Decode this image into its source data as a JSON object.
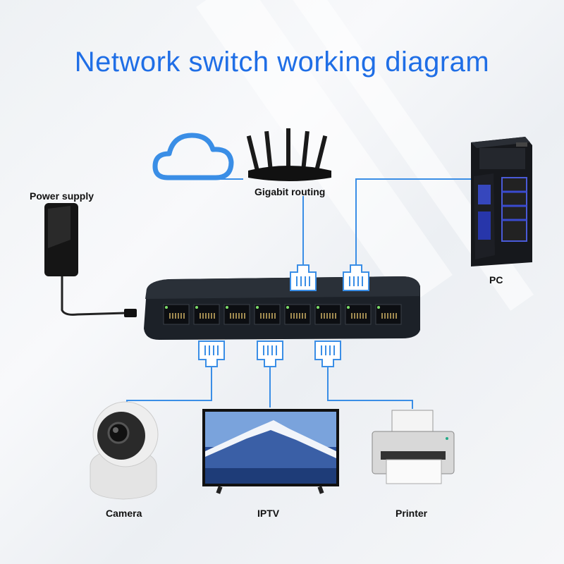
{
  "title": "Network switch working diagram",
  "labels": {
    "router": "Gigabit routing",
    "power": "Power supply",
    "pc": "PC",
    "camera": "Camera",
    "iptv": "IPTV",
    "printer": "Printer"
  },
  "colors": {
    "title": "#1f6ee6",
    "link": "#3a8ee6",
    "switch_body": "#1c2128",
    "background": "#f2f4f6"
  },
  "switch": {
    "port_count": 8
  }
}
